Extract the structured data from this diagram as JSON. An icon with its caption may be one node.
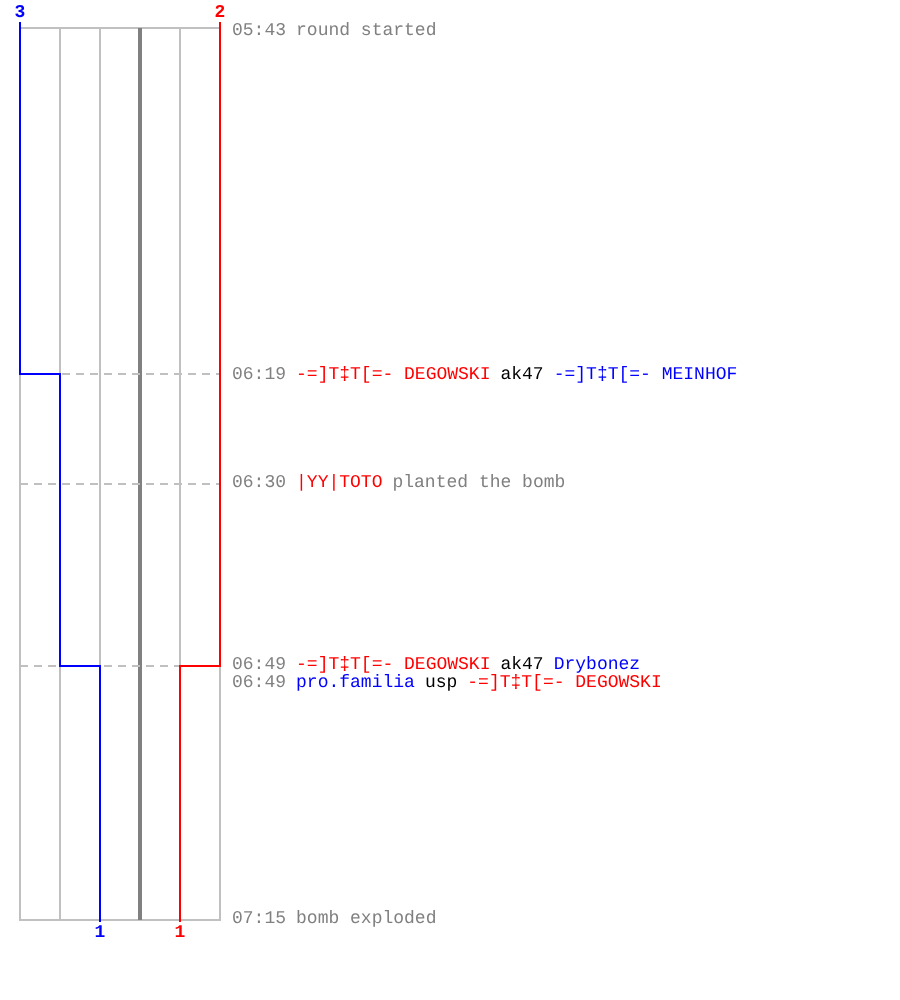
{
  "diagram": {
    "labels": [
      "3",
      "2",
      "05:43",
      "round started",
      "06:19",
      "-=]T‡T[=- DEGOWSKI",
      "ak47",
      "-=]T‡T[=- MEINHOF",
      "06:30",
      "|YY|TOTO",
      "planted the bomb",
      "06:49",
      "-=]T‡T[=- DEGOWSKI",
      "ak47",
      "Drybonez",
      "06:49",
      "pro.familia",
      "usp",
      "-=]T‡T[=- DEGOWSKI",
      "1",
      "1",
      "07:15",
      "bomb exploded"
    ]
  }
}
